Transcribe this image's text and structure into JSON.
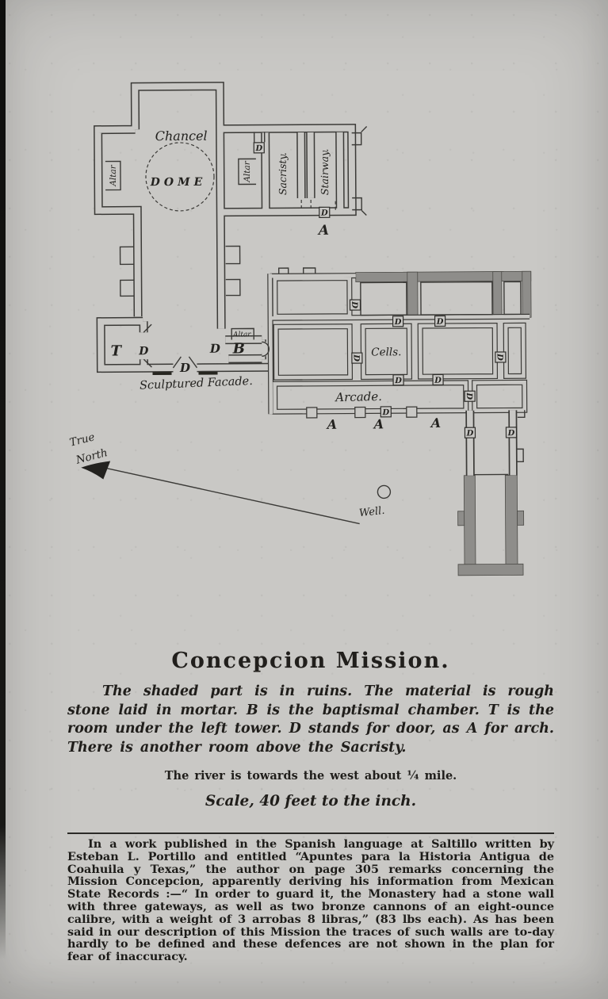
{
  "colors": {
    "paper": "#c9c8c5",
    "ink": "#1d1c1a",
    "wall_line": "#3b3a37",
    "ruin_fill": "#8e8d8a"
  },
  "plan": {
    "rooms": {
      "chancel": "Chancel",
      "dome": "DOME",
      "sacristy": "Sacristy.",
      "stairway": "Stairway.",
      "cells": "Cells.",
      "arcade": "Arcade.",
      "well": "Well."
    },
    "features": {
      "altar": "Altar",
      "altar_small": "Altar.",
      "sculptured_facade": "Sculptured Facade."
    },
    "letters": {
      "door": "D",
      "arch": "A",
      "tower": "T",
      "baptistry": "B"
    },
    "compass": {
      "line1": "True",
      "line2": "North"
    }
  },
  "caption": {
    "title": "Concepcion Mission.",
    "body": "The shaded part is in ruins.  The material is rough stone laid in mortar.  B is the baptismal chamber.  T is the room under the left tower.  D stands for door, as A for arch.  There is another room above the Sacristy.",
    "river": "The river is towards the west about ¼ mile.",
    "scale": "Scale, 40 feet to the inch.",
    "footnote": "In a work published in the Spanish language at Saltillo written by Esteban L. Portillo and entitled “Apuntes para la Historia Antigua de Coahuila y Texas,” the author on page 305 remarks concerning the Mission Concepcion, apparently deriving his information from Mexican State Records :—“ In order to guard it, the Monastery had a stone wall with three gateways, as well as two bronze cannons of an eight-ounce calibre, with a weight of 3 arrobas 8 libras,” (83 lbs each).  As has been said in our description of this Mission the traces of such walls are to-day hardly to be defined and these defences are not shown in the plan for fear of inaccuracy."
  }
}
